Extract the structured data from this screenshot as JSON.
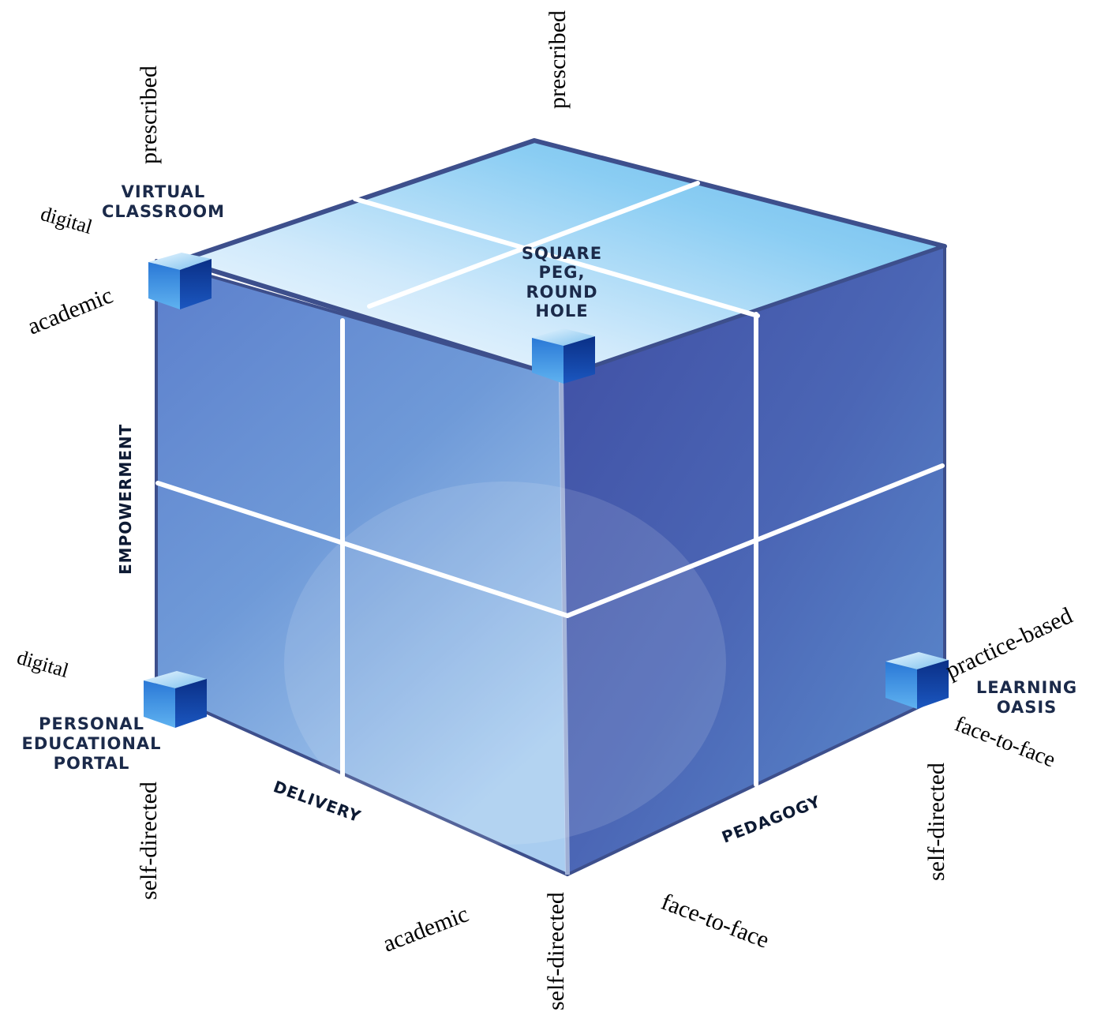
{
  "axes": {
    "empowerment": "EMPOWERMENT",
    "delivery": "DELIVERY",
    "pedagogy": "PEDAGOGY"
  },
  "labels": {
    "top_center": "prescribed",
    "top_left": "prescribed",
    "digital_upper": "digital",
    "academic_left": "academic",
    "digital_lower": "digital",
    "self_directed_left": "self-directed",
    "academic_bottom": "academic",
    "self_directed_bottom": "self-directed",
    "face_to_face_bottom": "face-to-face",
    "self_directed_right": "self-directed",
    "face_to_face_right": "face-to-face",
    "practice_based": "practice-based"
  },
  "corners": {
    "virtual_classroom": [
      "VIRTUAL",
      "CLASSROOM"
    ],
    "square_peg": [
      "SQUARE",
      "PEG,",
      "ROUND",
      "HOLE"
    ],
    "personal_portal": [
      "PERSONAL",
      "EDUCATIONAL",
      "PORTAL"
    ],
    "learning_oasis": [
      "LEARNING",
      "OASIS"
    ]
  },
  "colors": {
    "cube_top": "#7cc3f0",
    "cube_left": "#6e9fd8",
    "cube_right": "#4c63b0",
    "edge": "#3d4f8c",
    "grid_line": "#ffffff",
    "corner_cube": "#1f63c8"
  }
}
